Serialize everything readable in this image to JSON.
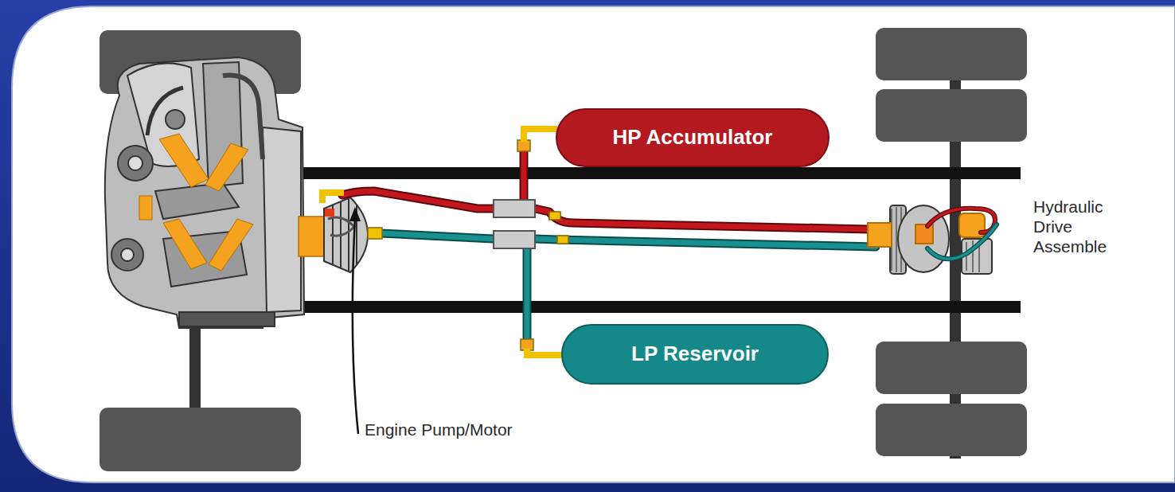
{
  "diagram": {
    "nodes": [
      {
        "text": [
          "HP Accumulator"
        ]
      },
      {
        "text": [
          "LP Reservoir"
        ]
      }
    ],
    "labels": [
      "Engine Pump/Motor",
      "Hydraulic Drive Assemble"
    ]
  }
}
